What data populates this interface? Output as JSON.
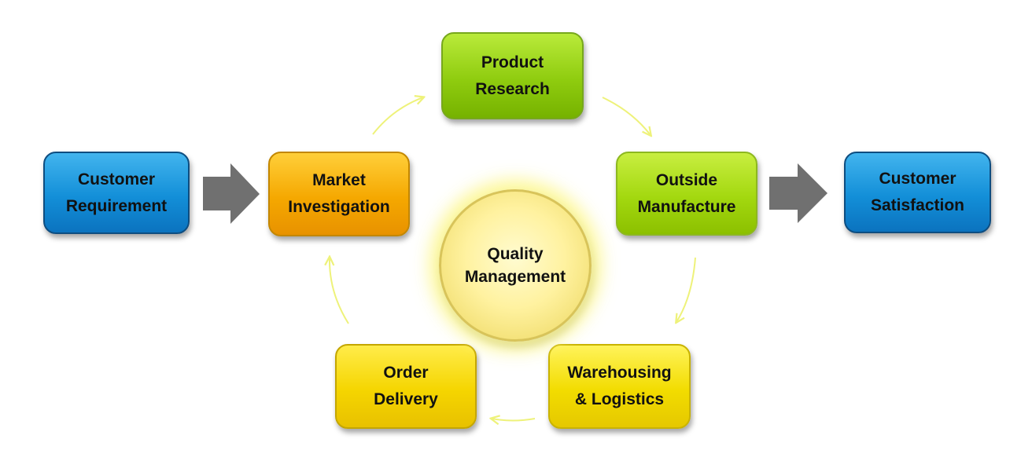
{
  "nodes": {
    "customer_requirement": "Customer\nRequirement",
    "market_investigation": "Market\nInvestigation",
    "product_research": "Product\nResearch",
    "outside_manufacture": "Outside\nManufacture",
    "customer_satisfaction": "Customer\nSatisfaction",
    "warehousing_logistics": "Warehousing\n& Logistics",
    "order_delivery": "Order\nDelivery",
    "quality_management": "Quality\nManagement"
  },
  "colors": {
    "blue": "#138fd8",
    "orange": "#f5a800",
    "green": "#8fcc0f",
    "yellow_green": "#a3d80f",
    "yellow": "#f2dc00",
    "center_glow": "#fff2a0",
    "block_arrow": "#707070",
    "cycle_arrow": "#eef27a"
  },
  "edges": [
    {
      "from": "customer_requirement",
      "to": "market_investigation",
      "style": "block-arrow"
    },
    {
      "from": "market_investigation",
      "to": "product_research",
      "style": "thin-curved"
    },
    {
      "from": "product_research",
      "to": "outside_manufacture",
      "style": "thin-curved"
    },
    {
      "from": "outside_manufacture",
      "to": "customer_satisfaction",
      "style": "block-arrow"
    },
    {
      "from": "outside_manufacture",
      "to": "warehousing_logistics",
      "style": "thin-curved"
    },
    {
      "from": "warehousing_logistics",
      "to": "order_delivery",
      "style": "thin-curved"
    },
    {
      "from": "order_delivery",
      "to": "market_investigation",
      "style": "thin-curved"
    }
  ]
}
